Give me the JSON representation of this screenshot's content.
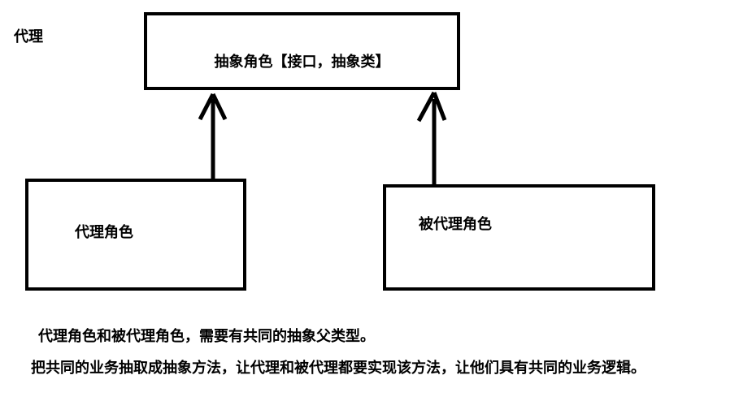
{
  "diagram": {
    "title": "代理",
    "nodes": [
      {
        "id": "abstract",
        "label": "抽象角色【接口，抽象类】"
      },
      {
        "id": "proxy",
        "label": "代理角色"
      },
      {
        "id": "target",
        "label": "被代理角色"
      }
    ],
    "edges": [
      {
        "from": "proxy",
        "to": "abstract",
        "arrow": "inheritance-arrow"
      },
      {
        "from": "target",
        "to": "abstract",
        "arrow": "inheritance-arrow"
      }
    ],
    "captions": [
      "代理角色和被代理角色，需要有共同的抽象父类型。",
      "把共同的业务抽取成抽象方法，让代理和被代理都要实现该方法，让他们具有共同的业务逻辑。"
    ],
    "colors": {
      "stroke": "#000000",
      "background": "#ffffff",
      "text": "#000000"
    }
  }
}
